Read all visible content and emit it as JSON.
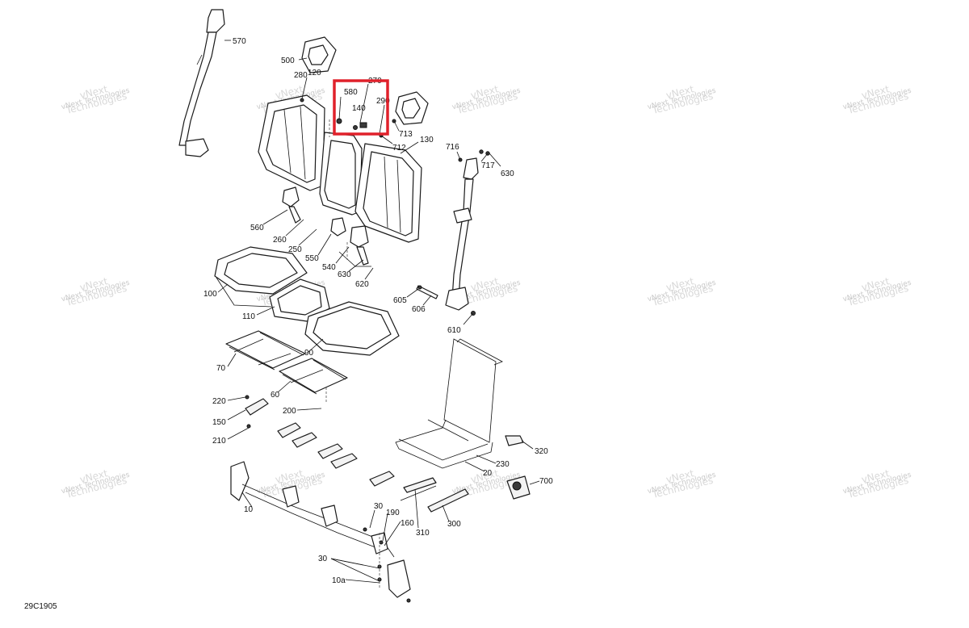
{
  "diagram": {
    "code": "29C1905",
    "watermark": {
      "line1": "vNext",
      "line2": "Technologies",
      "line3": "vNext Technologies"
    },
    "highlight_color": "#e0212b",
    "labels": [
      {
        "id": "570",
        "text": "570"
      },
      {
        "id": "500",
        "text": "500"
      },
      {
        "id": "280",
        "text": "280"
      },
      {
        "id": "120",
        "text": "120"
      },
      {
        "id": "580",
        "text": "580"
      },
      {
        "id": "270",
        "text": "270"
      },
      {
        "id": "140",
        "text": "140"
      },
      {
        "id": "290",
        "text": "290"
      },
      {
        "id": "713",
        "text": "713"
      },
      {
        "id": "712",
        "text": "712"
      },
      {
        "id": "130",
        "text": "130"
      },
      {
        "id": "716",
        "text": "716"
      },
      {
        "id": "717",
        "text": "717"
      },
      {
        "id": "630a",
        "text": "630"
      },
      {
        "id": "560",
        "text": "560"
      },
      {
        "id": "260",
        "text": "260"
      },
      {
        "id": "250",
        "text": "250"
      },
      {
        "id": "550",
        "text": "550"
      },
      {
        "id": "540",
        "text": "540"
      },
      {
        "id": "630b",
        "text": "630"
      },
      {
        "id": "620",
        "text": "620"
      },
      {
        "id": "605",
        "text": "605"
      },
      {
        "id": "606",
        "text": "606"
      },
      {
        "id": "610",
        "text": "610"
      },
      {
        "id": "100",
        "text": "100"
      },
      {
        "id": "110",
        "text": "110"
      },
      {
        "id": "90",
        "text": "90"
      },
      {
        "id": "70",
        "text": "70"
      },
      {
        "id": "60",
        "text": "60"
      },
      {
        "id": "220",
        "text": "220"
      },
      {
        "id": "200",
        "text": "200"
      },
      {
        "id": "150",
        "text": "150"
      },
      {
        "id": "210",
        "text": "210"
      },
      {
        "id": "320",
        "text": "320"
      },
      {
        "id": "230",
        "text": "230"
      },
      {
        "id": "20",
        "text": "20"
      },
      {
        "id": "700",
        "text": "700"
      },
      {
        "id": "10",
        "text": "10"
      },
      {
        "id": "30a",
        "text": "30"
      },
      {
        "id": "190",
        "text": "190"
      },
      {
        "id": "160",
        "text": "160"
      },
      {
        "id": "310",
        "text": "310"
      },
      {
        "id": "300",
        "text": "300"
      },
      {
        "id": "30b",
        "text": "30"
      },
      {
        "id": "10a",
        "text": "10a"
      }
    ]
  }
}
